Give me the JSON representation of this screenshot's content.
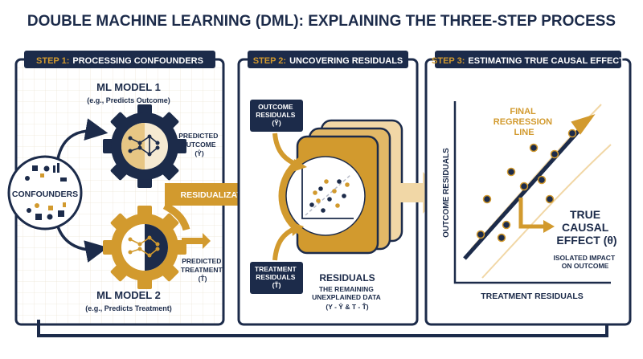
{
  "title": "DOUBLE MACHINE LEARNING (DML): EXPLAINING THE THREE-STEP PROCESS",
  "colors": {
    "navy": "#1c2b4a",
    "gold": "#d29a2e",
    "light_gold": "#f1d7a6",
    "cream": "#fbf8f1"
  },
  "steps": [
    {
      "prefix": "STEP 1:",
      "label": "PROCESSING CONFOUNDERS"
    },
    {
      "prefix": "STEP 2:",
      "label": "UNCOVERING RESIDUALS"
    },
    {
      "prefix": "STEP 3:",
      "label": "ESTIMATING TRUE CAUSAL EFFECT"
    }
  ],
  "step1": {
    "confounders_label": "CONFOUNDERS",
    "model1": {
      "title": "ML MODEL 1",
      "subtitle": "(e.g., Predicts Outcome)",
      "prediction": [
        "PREDICTED",
        "OUTCOME",
        "(Ŷ)"
      ]
    },
    "model2": {
      "title": "ML MODEL 2",
      "subtitle": "(e.g., Predicts Treatment)",
      "prediction": [
        "PREDICTED",
        "TREATMENT",
        "(T̂)"
      ]
    },
    "arrow_label": "RESIDUALIZATION"
  },
  "step2": {
    "outcome_box": [
      "OUTCOME",
      "RESIDUALS",
      "(Ỹ)"
    ],
    "treatment_box": [
      "TREATMENT",
      "RESIDUALS",
      "(T̃)"
    ],
    "residuals_title": "RESIDUALS",
    "residuals_desc": [
      "THE REMAINING",
      "UNEXPLAINED DATA",
      "(Y - Ŷ & T - T̂)"
    ]
  },
  "step3": {
    "y_axis_label": "OUTCOME RESIDUALS",
    "x_axis_label": "TREATMENT RESIDUALS",
    "line_label": [
      "FINAL",
      "REGRESSION",
      "LINE"
    ],
    "effect_label": [
      "TRUE",
      "CAUSAL",
      "EFFECT (θ)"
    ],
    "effect_desc": [
      "ISOLATED IMPACT",
      "ON OUTCOME"
    ]
  }
}
